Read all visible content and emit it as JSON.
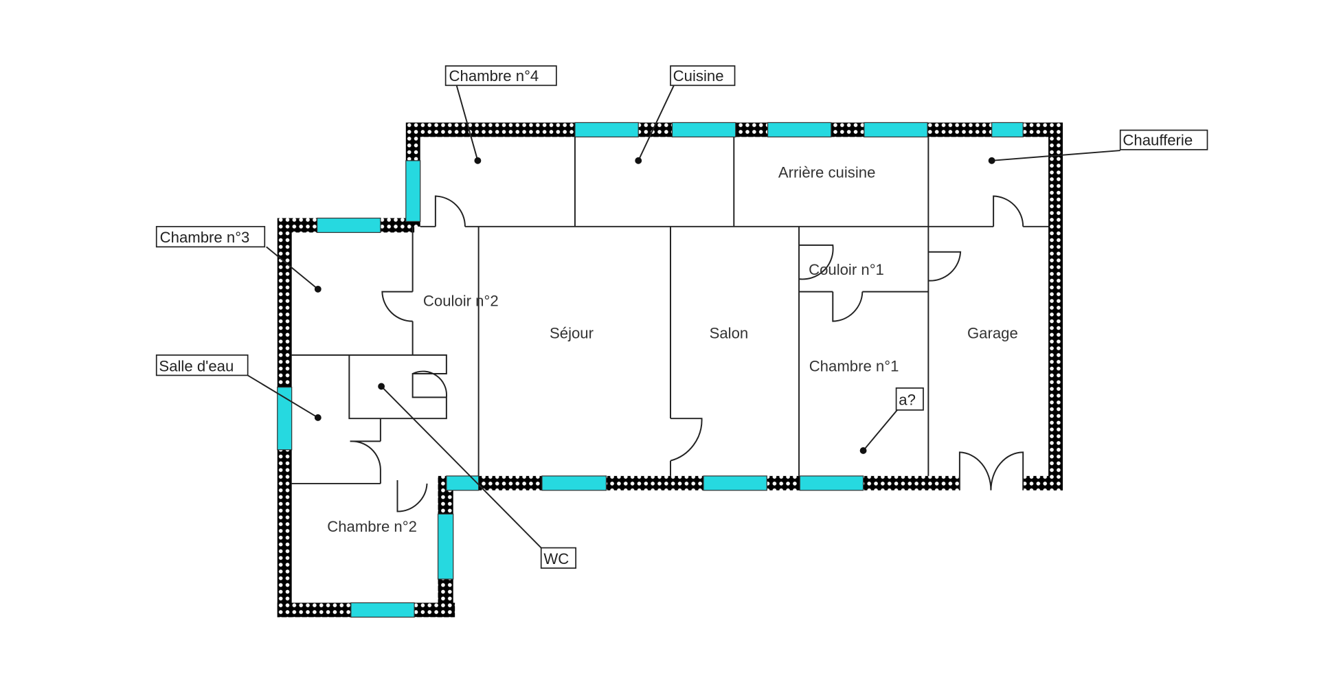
{
  "colors": {
    "window": "#26d9e0",
    "wall": "#000000",
    "background": "#ffffff"
  },
  "callouts": {
    "chambre4": "Chambre n°4",
    "cuisine": "Cuisine",
    "chaufferie": "Chaufferie",
    "chambre3": "Chambre n°3",
    "salle_eau": "Salle d'eau",
    "wc": "WC",
    "a": "a?"
  },
  "rooms": {
    "arriere_cuisine": "Arrière cuisine",
    "couloir1": "Couloir n°1",
    "couloir2": "Couloir n°2",
    "sejour": "Séjour",
    "salon": "Salon",
    "garage": "Garage",
    "chambre1": "Chambre n°1",
    "chambre2": "Chambre n°2"
  }
}
